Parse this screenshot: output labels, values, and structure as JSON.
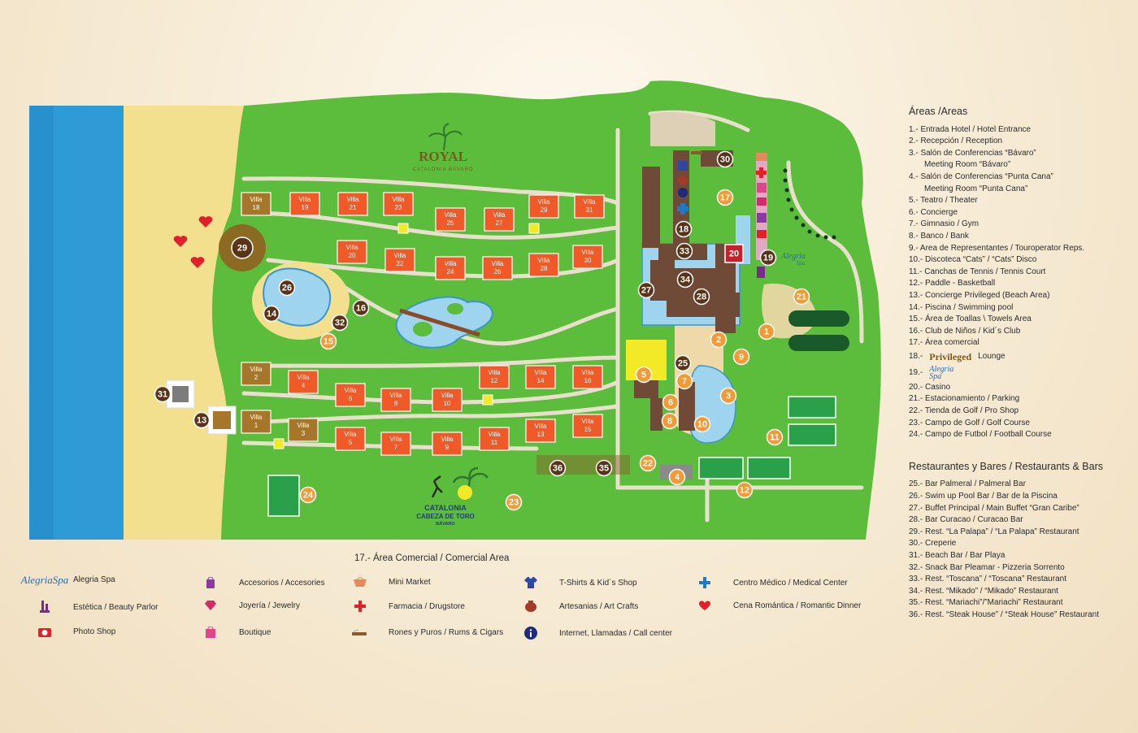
{
  "map": {
    "brand_logo": {
      "name": "ROYAL",
      "sub": "CATALONIA BÁVARO"
    },
    "catalonia_logo": {
      "line1": "CATALONIA",
      "line2": "CABEZA DE TORO",
      "line3": "BÁVARO"
    },
    "alegria_logo": {
      "line1": "Alegria",
      "line2": "Spa"
    },
    "villa_word": "Villa",
    "villas": [
      "18",
      "19",
      "21",
      "23",
      "25",
      "27",
      "29",
      "31",
      "20",
      "22",
      "24",
      "26",
      "28",
      "30",
      "2",
      "4",
      "6",
      "8",
      "10",
      "12",
      "14",
      "16",
      "1",
      "3",
      "5",
      "7",
      "9",
      "11",
      "13",
      "15"
    ],
    "markers": [
      "29",
      "26",
      "14",
      "16",
      "32",
      "15",
      "31",
      "13",
      "24",
      "23",
      "30",
      "17",
      "18",
      "33",
      "20",
      "19",
      "34",
      "28",
      "27",
      "21",
      "1",
      "2",
      "9",
      "25",
      "5",
      "7",
      "3",
      "6",
      "8",
      "10",
      "11",
      "22",
      "4",
      "12",
      "36",
      "35"
    ],
    "legend_symbols": {
      "heart": "romantic-dinner",
      "gym": "figure"
    }
  },
  "areas": {
    "title": "Áreas /Areas",
    "items": [
      "1.-   Entrada Hotel  / Hotel Entrance",
      "2.-   Recepción / Reception",
      "3.-   Salón de Conferencias “Bávaro”",
      "Meeting Room “Bávaro”",
      "4.-   Salón de Conferencias “Punta Cana”",
      "Meeting Room “Punta Cana”",
      "5.-   Teatro / Theater",
      "6.-   Concierge",
      "7.-   Gimnasio / Gym",
      "8.-   Banco / Bank",
      "9.-   Area de Representantes / Touroperator Reps.",
      "10.- Discoteca “Cats” / “Cats” Disco",
      "11.- Canchas de Tennis / Tennis Court",
      "12.- Paddle - Basketball",
      "13.- Concierge Privileged (Beach Area)",
      "14.- Piscina / Swimming pool",
      "15.- Área de Toallas \\  Towels Area",
      "16.- Club de Niños / Kid´s  Club",
      "17.- Área comercial"
    ],
    "item18_num": "18.-",
    "item18_logo": "Privileged",
    "item18_text": "Lounge",
    "item19_num": "19.-",
    "items_after": [
      "20.- Casino",
      "21.- Estacionamiento / Parking",
      "22.- Tienda de Golf / Pro Shop",
      "23.- Campo de Golf / Golf Course",
      "24.- Campo de Futbol / Football Course"
    ]
  },
  "restaurants": {
    "title": "Restaurantes y Bares / Restaurants & Bars",
    "items": [
      "25.- Bar Palmeral / Palmeral Bar",
      "26.- Swim up Pool Bar / Bar de la Piscina",
      "27.- Buffet Principal / Main Buffet  “Gran Caribe”",
      "28.- Bar Curacao / Curacao Bar",
      "29.- Rest. “La Palapa” / “La Palapa” Restaurant",
      "30.- Creperie",
      "31.- Beach Bar / Bar Playa",
      "32.- Snack Bar Pleamar - Pizzeria Sorrento",
      "33.- Rest. “Toscana” / “Toscana” Restaurant",
      "34.- Rest. “Mikado” / “Mikado” Restaurant",
      "35.- Rest. “Mariachi”/”Mariachi” Restaurant",
      "36.- Rest. “Steak House” / “Steak House” Restaurant"
    ]
  },
  "comercial": {
    "title": "17.- Área Comercial / Comercial Area",
    "items": [
      {
        "icon": "alegria-spa-logo",
        "label": "Alegria Spa"
      },
      {
        "icon": "accessories-bag-icon",
        "label": "Accesorios / Accesories"
      },
      {
        "icon": "mini-market-basket-icon",
        "label": "Mini Market"
      },
      {
        "icon": "tshirt-icon",
        "label": "T-Shirts & Kid´s Shop"
      },
      {
        "icon": "medical-cross-icon",
        "label": "Centro Médico / Medical Center"
      },
      {
        "icon": "beauty-parlor-icon",
        "label": "Estética / Beauty Parlor"
      },
      {
        "icon": "jewelry-diamond-icon",
        "label": "Joyería / Jewelry"
      },
      {
        "icon": "pharmacy-cross-icon",
        "label": "Farmacia / Drugstore"
      },
      {
        "icon": "art-crafts-pot-icon",
        "label": "Artesanias / Art Crafts"
      },
      {
        "icon": "heart-icon",
        "label": "Cena Romántica / Romantic Dinner"
      },
      {
        "icon": "camera-icon",
        "label": "Photo Shop"
      },
      {
        "icon": "boutique-bag-icon",
        "label": "Boutique"
      },
      {
        "icon": "cigar-icon",
        "label": "Rones y Puros / Rums & Cigars"
      },
      {
        "icon": "info-icon",
        "label": "Internet, Llamadas / Call center"
      }
    ]
  },
  "colors": {
    "sea": "#2e9bd6",
    "beach": "#f2e08e",
    "grass": "#5cbc3c",
    "path": "#e8e0cc",
    "villa": "#ef5a28",
    "marker_brown": "#5a3418",
    "marker_orange": "#f29b36",
    "building": "#6e4a37",
    "pool": "#9fd4ee"
  }
}
